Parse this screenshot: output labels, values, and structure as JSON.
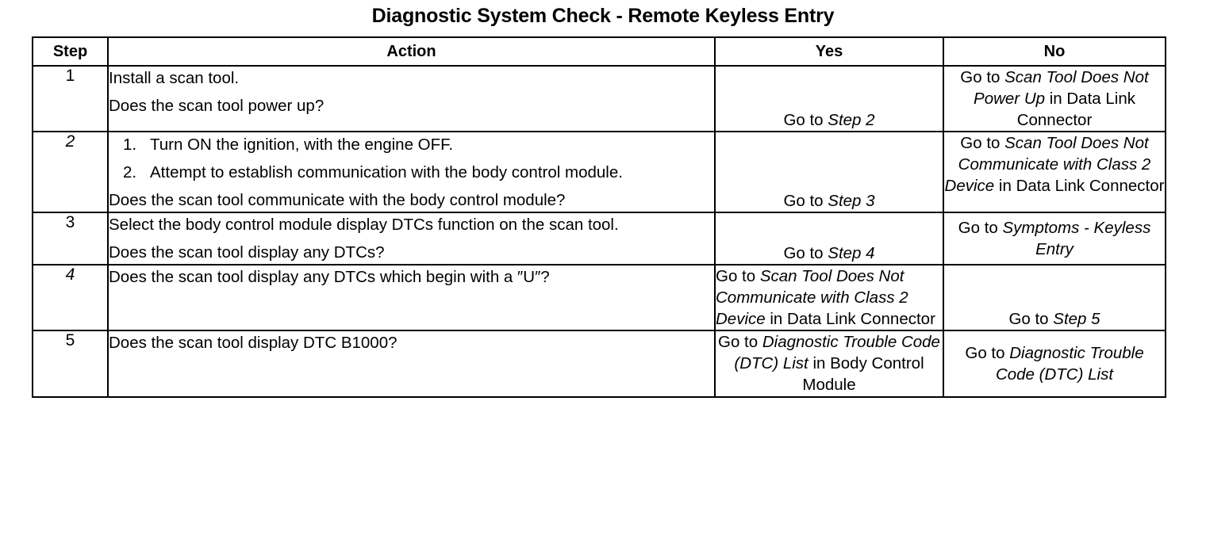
{
  "document": {
    "title": "Diagnostic System Check - Remote Keyless Entry"
  },
  "table": {
    "headers": {
      "step": "Step",
      "action": "Action",
      "yes": "Yes",
      "no": "No"
    },
    "rows": [
      {
        "step": "1",
        "step_italic": false,
        "action_lines": [
          "Install a scan tool.",
          "Does the scan tool power up?"
        ],
        "yes": {
          "prefix": "Go to ",
          "ref": "Step 2",
          "suffix": ""
        },
        "no": {
          "prefix": "Go to ",
          "ref": "Scan Tool Does Not Power Up",
          "suffix": " in Data Link Connector"
        }
      },
      {
        "step": "2",
        "step_italic": true,
        "list": [
          {
            "num": "1.",
            "text": "Turn ON the ignition, with the engine OFF."
          },
          {
            "num": "2.",
            "text": "Attempt to establish communication with the body control module."
          }
        ],
        "action_lines": [
          "Does the scan tool communicate with the body control module?"
        ],
        "yes": {
          "prefix": "Go to ",
          "ref": "Step 3",
          "suffix": ""
        },
        "no": {
          "prefix": "Go to ",
          "ref": "Scan Tool Does Not Communicate with Class 2 Device",
          "suffix": " in Data Link Connector"
        }
      },
      {
        "step": "3",
        "step_italic": false,
        "action_lines": [
          "Select the body control module display DTCs function on the scan tool.",
          "Does the scan tool display any DTCs?"
        ],
        "yes": {
          "prefix": "Go to ",
          "ref": "Step 4",
          "suffix": ""
        },
        "no": {
          "prefix": "Go to ",
          "ref": "Symptoms - Keyless Entry",
          "suffix": ""
        }
      },
      {
        "step": "4",
        "step_italic": true,
        "action_lines": [
          "Does the scan tool display any DTCs which begin with a ″U″?"
        ],
        "yes": {
          "prefix": "Go to ",
          "ref": "Scan Tool Does Not Communicate with Class 2 Device",
          "suffix": " in Data Link Connector"
        },
        "no": {
          "prefix": "Go to ",
          "ref": "Step 5",
          "suffix": ""
        }
      },
      {
        "step": "5",
        "step_italic": false,
        "action_lines": [
          "Does the scan tool display DTC B1000?"
        ],
        "yes": {
          "prefix": "Go to ",
          "ref": "Diagnostic Trouble Code (DTC) List",
          "suffix": " in Body Control Module"
        },
        "no": {
          "prefix": "Go to ",
          "ref": "Diagnostic Trouble Code (DTC) List",
          "suffix": ""
        }
      }
    ]
  }
}
